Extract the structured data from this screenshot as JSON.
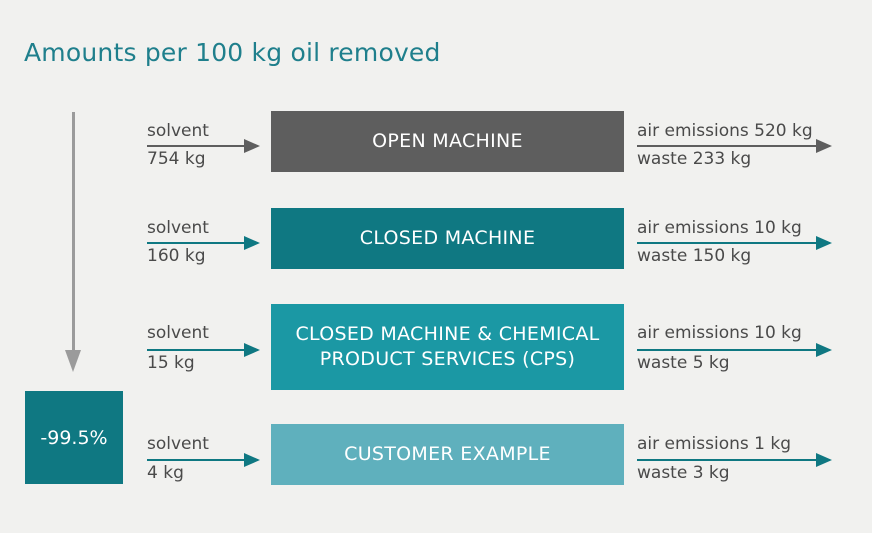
{
  "title": "Amounts per 100 kg oil removed",
  "reduction_label": "-99.5%",
  "rows": [
    {
      "machine": "OPEN MACHINE",
      "solvent_label": "solvent",
      "solvent_amount": "754 kg",
      "air_emissions": "air emissions 520 kg",
      "waste": "waste 233 kg",
      "box_color": "#5e5e5e",
      "arrow_color": "#5e5e5e"
    },
    {
      "machine": "CLOSED MACHINE",
      "solvent_label": "solvent",
      "solvent_amount": "160 kg",
      "air_emissions": "air emissions 10 kg",
      "waste": "waste 150 kg",
      "box_color": "#0f7882",
      "arrow_color": "#0f7882"
    },
    {
      "machine": "CLOSED MACHINE & CHEMICAL PRODUCT SERVICES (CPS)",
      "solvent_label": "solvent",
      "solvent_amount": "15 kg",
      "air_emissions": "air emissions 10 kg",
      "waste": "waste 5 kg",
      "box_color": "#1b98a4",
      "arrow_color": "#0f7882"
    },
    {
      "machine": "CUSTOMER EXAMPLE",
      "solvent_label": "solvent",
      "solvent_amount": "4 kg",
      "air_emissions": "air emissions 1 kg",
      "waste": "waste 3 kg",
      "box_color": "#5fb0bd",
      "arrow_color": "#0f7882"
    }
  ],
  "colors": {
    "title": "#1f7f8c",
    "down_arrow": "#9b9b9b",
    "reduction_box": "#0f7882"
  }
}
